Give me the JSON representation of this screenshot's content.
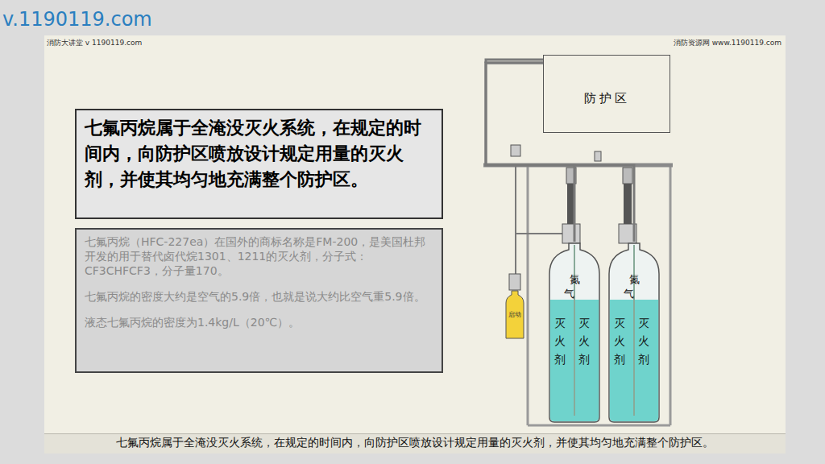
{
  "diagram": {
    "caption": "七氟丙烷属于全淹没灭火系统，在规定的时间内，向防护区喷放设计规定用量的灭火剂，并使其均匀地充满整个防护区。",
    "nodes": [
      {
        "text": [
          "七氟丙烷属于全淹没灭火系统，在规定的时间内，向防护区喷放设计规定用量的灭火剂，并使其均匀地充满整个防护区。"
        ]
      },
      {
        "text": [
          "七氟丙烷（HFC-227ea）在国外的商标名称是FM-200，是美国杜邦开发的用于替代卤代烷1301、1211的灭火剂，分子式：CF3CHFCF3，分子量170。",
          "七氟丙烷的密度大约是空气的5.9倍，也就是说大约比空气重5.9倍。",
          "液态七氟丙烷的密度为1.4kg/L（20℃）。"
        ]
      },
      {
        "text": [
          "防护区"
        ]
      },
      {
        "text": [
          "启动"
        ]
      },
      {
        "text": [
          "氮气",
          "灭火剂",
          "灭火剂"
        ]
      },
      {
        "text": [
          "氮气",
          "灭火剂",
          "灭火剂"
        ]
      }
    ],
    "edges": [
      {
        "from": 4,
        "to": 2,
        "arrow": "none"
      },
      {
        "from": 5,
        "to": 2,
        "arrow": "none"
      }
    ],
    "labels": [
      "v.1190119.com",
      "消防大讲堂 v 1190119.com",
      "消防资源网 www.1190119.com"
    ]
  }
}
